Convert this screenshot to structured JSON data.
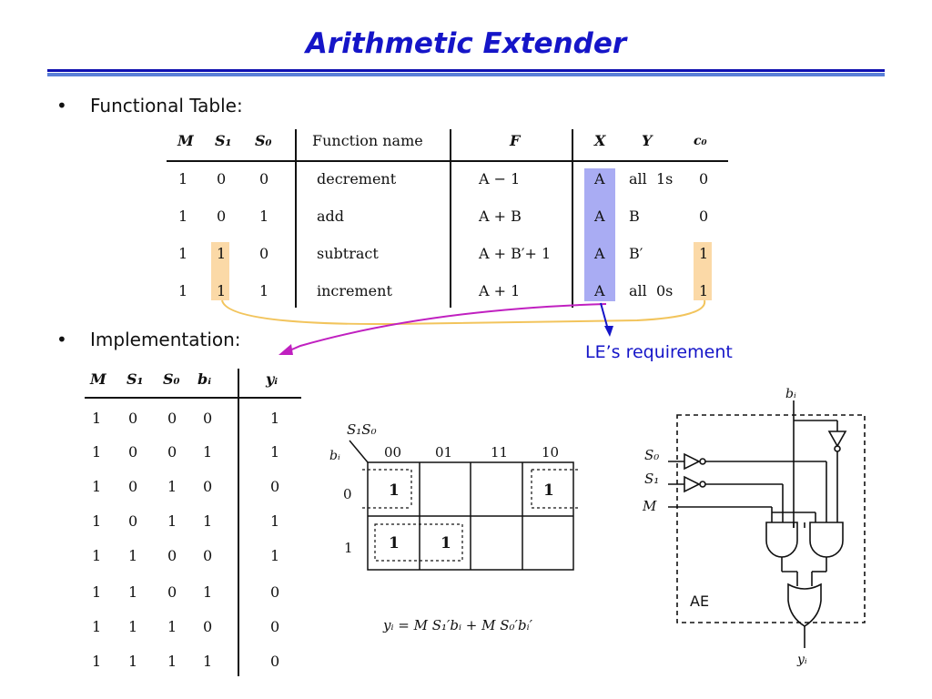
{
  "title": "Arithmetic Extender",
  "bullets": {
    "functional_table": "Functional Table:",
    "implementation": "Implementation:"
  },
  "annotation": "LE’s requirement",
  "function_table": {
    "headers": [
      "M",
      "S₁",
      "S₀",
      "Function name",
      "F",
      "X",
      "Y",
      "c₀"
    ],
    "rows": [
      [
        "1",
        "0",
        "0",
        "decrement",
        "A − 1",
        "A",
        "all  1s",
        "0"
      ],
      [
        "1",
        "0",
        "1",
        "add",
        "A + B",
        "A",
        "B",
        "0"
      ],
      [
        "1",
        "1",
        "0",
        "subtract",
        "A + B′+ 1",
        "A",
        "B′",
        "1"
      ],
      [
        "1",
        "1",
        "1",
        "increment",
        "A + 1",
        "A",
        "all  0s",
        "1"
      ]
    ]
  },
  "truth_table": {
    "headers": [
      "M",
      "S₁",
      "S₀",
      "bᵢ",
      "yᵢ"
    ],
    "rows": [
      [
        "1",
        "0",
        "0",
        "0",
        "1"
      ],
      [
        "1",
        "0",
        "0",
        "1",
        "1"
      ],
      [
        "1",
        "0",
        "1",
        "0",
        "0"
      ],
      [
        "1",
        "0",
        "1",
        "1",
        "1"
      ],
      [
        "1",
        "1",
        "0",
        "0",
        "1"
      ],
      [
        "1",
        "1",
        "0",
        "1",
        "0"
      ],
      [
        "1",
        "1",
        "1",
        "0",
        "0"
      ],
      [
        "1",
        "1",
        "1",
        "1",
        "0"
      ]
    ]
  },
  "kmap": {
    "corner_top": "S₁S₀",
    "corner_left": "bᵢ",
    "col_labels": [
      "00",
      "01",
      "11",
      "10"
    ],
    "row_labels": [
      "0",
      "1"
    ],
    "cells": [
      [
        "1",
        "",
        "",
        "1"
      ],
      [
        "1",
        "1",
        "",
        ""
      ]
    ],
    "equation": "yᵢ = M S₁′bᵢ + M S₀′bᵢ′"
  },
  "circuit": {
    "input_b": "bᵢ",
    "input_s0": "S₀",
    "input_s1": "S₁",
    "input_m": "M",
    "block_label": "AE",
    "output": "yᵢ"
  },
  "colors": {
    "title": "#1515c8",
    "x_highlight": "#a9acf3",
    "s1_c0_highlight": "#fbd9a7",
    "orange_connector": "#f2c45c",
    "magenta_connector": "#c020c0",
    "blue_connector": "#1515c8"
  }
}
